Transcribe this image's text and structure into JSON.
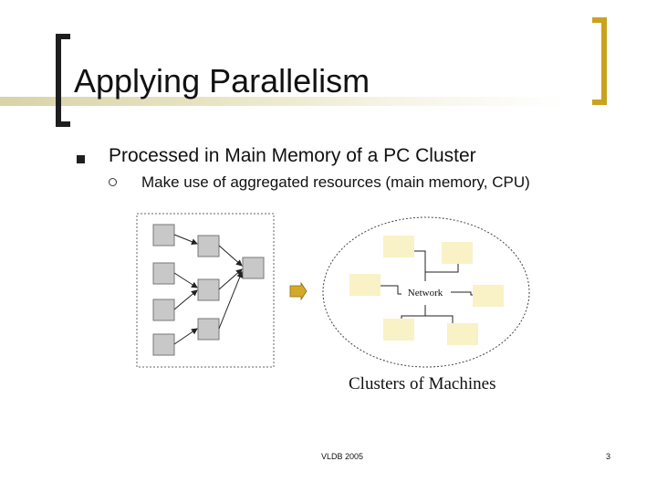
{
  "slide": {
    "title": "Applying Parallelism",
    "bullets": [
      {
        "text": "Processed in Main Memory of a PC Cluster"
      },
      {
        "text": "Make use of aggregated resources (main memory, CPU)"
      }
    ],
    "diagram": {
      "network_label": "Network",
      "caption": "Clusters of Machines"
    },
    "footer": "VLDB 2005",
    "page_number": "3"
  },
  "colors": {
    "accent_gold": "#c9a21f",
    "node_fill": "#c8c8c8",
    "machine_fill": "#f8f2c6",
    "arrow_fill": "#d4a92a"
  }
}
